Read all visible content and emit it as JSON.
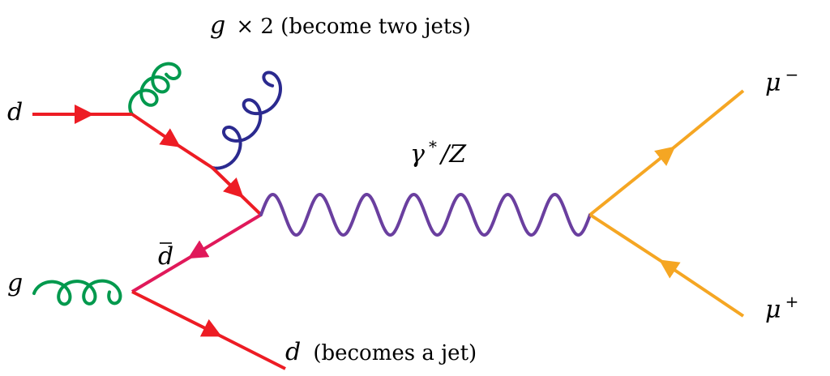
{
  "diagram": {
    "labels": {
      "d_in": "d",
      "g_in": "g",
      "dbar": "d",
      "g_out_symbol": "g",
      "g_out_text": "× 2 (become two jets)",
      "d_out_symbol": "d",
      "d_out_text": "(becomes a jet)",
      "boson_gamma": "γ",
      "boson_star": "*",
      "boson_rest": "/Z",
      "mu_minus": "μ",
      "mu_minus_sign": "−",
      "mu_plus": "μ",
      "mu_plus_sign": "+"
    }
  },
  "colors": {
    "quark": "#ed1c24",
    "antiquark": "#e0195a",
    "gluon_green": "#00994d",
    "gluon_blue": "#2b2a8f",
    "boson": "#6a3f9f",
    "muon": "#f5a623"
  }
}
